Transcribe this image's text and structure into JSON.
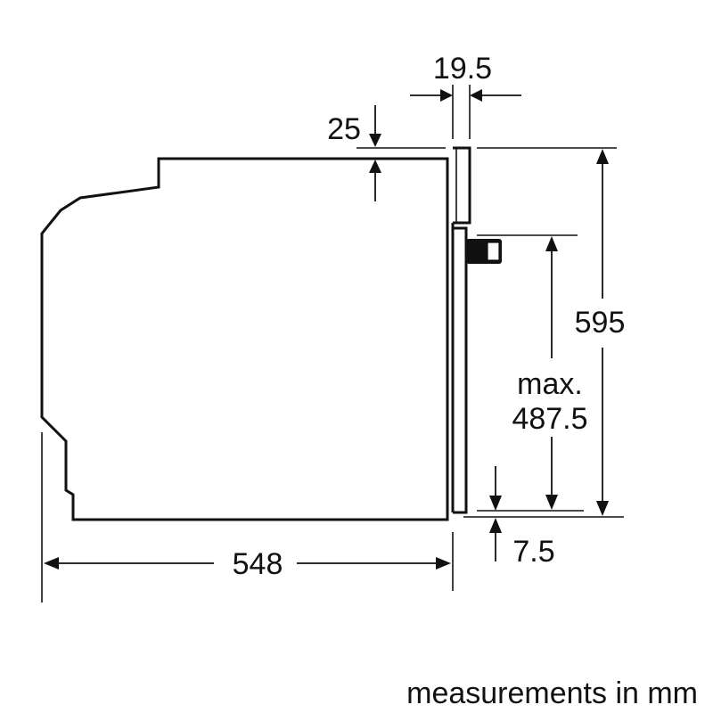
{
  "dimensions": {
    "door_thickness": "19.5",
    "top_gap": "25",
    "height": "595",
    "max_label": "max.",
    "max_value": "487.5",
    "bottom_gap": "7.5",
    "depth": "548"
  },
  "caption": "measurements in mm",
  "colors": {
    "line": "#111111",
    "background": "#ffffff"
  }
}
